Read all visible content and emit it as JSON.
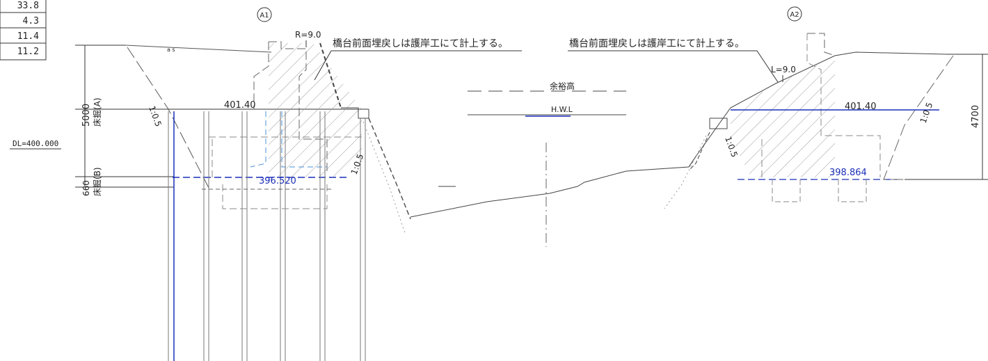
{
  "table_values": [
    "33.8",
    "4.3",
    "11.4",
    "11.2"
  ],
  "datum": "DL=400.000",
  "abutments": {
    "a1": "A1",
    "a2": "A2"
  },
  "notes": {
    "a1_backfill": "橋台前面埋戻しは護岸工にて計上する。",
    "a2_backfill": "橋台前面埋戻しは護岸工にて計上する。"
  },
  "radius_a1": "R=9.0",
  "radius_a2": "L=9.0",
  "elevations": {
    "a1_top": "401.40",
    "a1_bottom": "396.520",
    "a2_top": "401.40",
    "a2_bottom": "398.864"
  },
  "water": {
    "freeboard": "余裕高",
    "hwl": "H.W.L"
  },
  "slopes": {
    "s1": "1:0.5",
    "s2": "1:0.5",
    "s3": "1:0.5",
    "s4": "1:0.5"
  },
  "dimensions": {
    "a1_upper": "5000",
    "a1_upper_label": "床掘(A)",
    "a1_lower": "660",
    "a1_lower_label": "床掘(B)",
    "a2_height": "4700"
  },
  "small_label": "a s",
  "colors": {
    "line": "#444444",
    "accent": "#1a2fb8",
    "hatch": "#9a9a9a",
    "aux": "#4a90d9",
    "orange": "#d98a2a"
  }
}
